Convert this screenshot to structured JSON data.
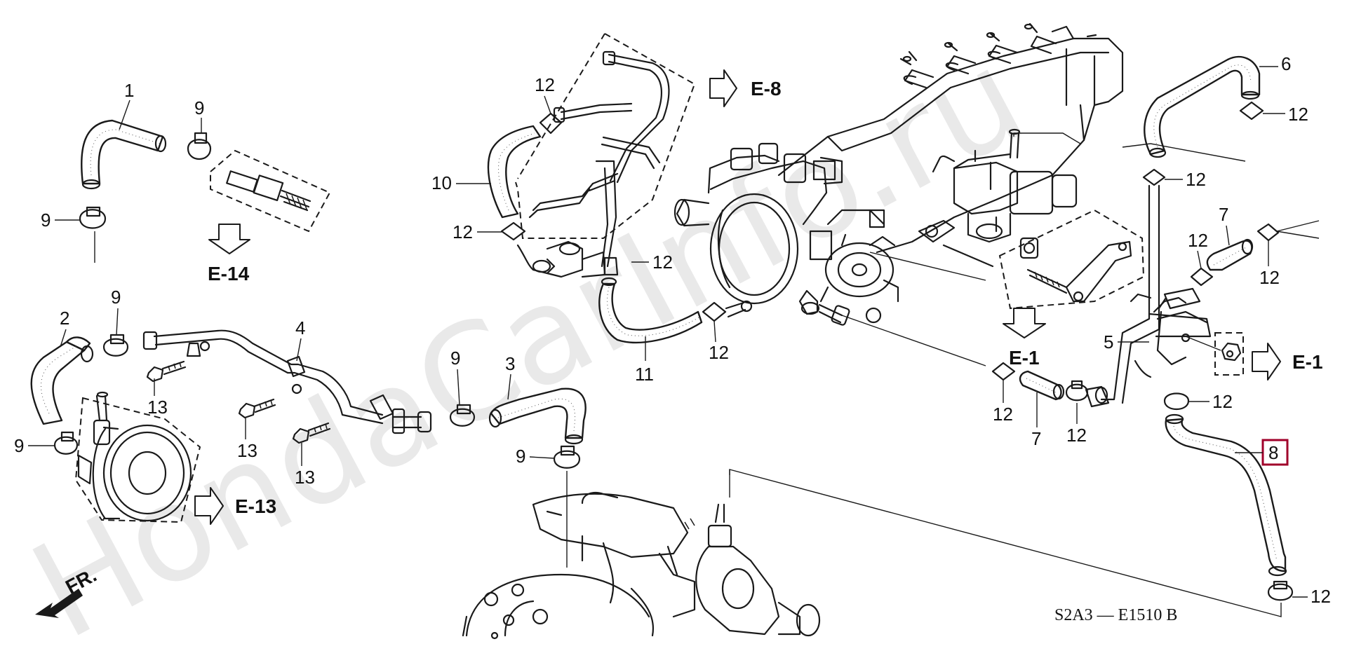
{
  "watermark": "HondaCarInfo.ru",
  "diagram_code": "S2A3 — E1510 B",
  "front_marker": "FR.",
  "callouts": {
    "c1": "1",
    "c2": "2",
    "c3": "3",
    "c4": "4",
    "c5": "5",
    "c6": "6",
    "c7": "7",
    "c8": "8",
    "c9": "9",
    "c10": "10",
    "c11": "11",
    "c12": "12",
    "c13": "13"
  },
  "refs": {
    "e8": "E-8",
    "e14": "E-14",
    "e13": "E-13",
    "e1": "E-1"
  },
  "highlighted_part": "8",
  "colors": {
    "highlight": "#a0002a",
    "line": "#1a1a1a",
    "watermark": "#e9e9e9"
  }
}
